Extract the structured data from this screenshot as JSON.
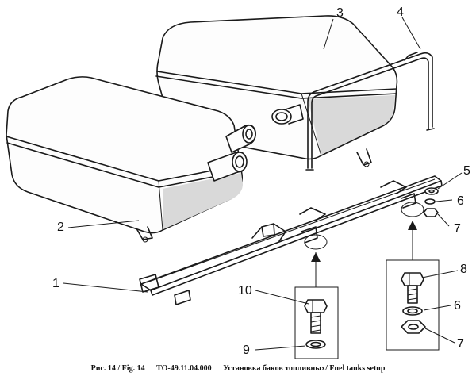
{
  "callouts": [
    {
      "id": "1",
      "label": "1"
    },
    {
      "id": "2",
      "label": "2"
    },
    {
      "id": "3",
      "label": "3"
    },
    {
      "id": "4",
      "label": "4"
    },
    {
      "id": "5",
      "label": "5"
    },
    {
      "id": "6a",
      "label": "6"
    },
    {
      "id": "7a",
      "label": "7"
    },
    {
      "id": "8",
      "label": "8"
    },
    {
      "id": "6b",
      "label": "6"
    },
    {
      "id": "7b",
      "label": "7"
    },
    {
      "id": "9",
      "label": "9"
    },
    {
      "id": "10",
      "label": "10"
    }
  ],
  "caption": {
    "fig": "Рис. 14 / Fig. 14",
    "code": "ТО-49.11.04.000",
    "title": "Установка баков топливных/ Fuel tanks setup"
  }
}
